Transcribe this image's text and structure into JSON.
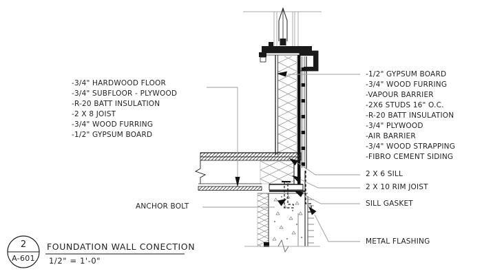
{
  "drawing": {
    "left_labels": [
      "-3/4\" HARDWOOD FLOOR",
      "-3/4\" SUBFLOOR - PLYWOOD",
      "-R-20 BATT INSULATION",
      "-2 X 8 JOIST",
      "-3/4\" WOOD FURRING",
      "-1/2\" GYPSUM BOARD"
    ],
    "right_labels": [
      "-1/2\" GYPSUM BOARD",
      "-3/4\" WOOD FURRING",
      "-VAPOUR BARRIER",
      "-2X6 STUDS 16\" O.C.",
      "-R-20 BATT INSULATION",
      "-3/4\" PLYWOOD",
      "-AIR BARRIER",
      "-3/4\" WOOD STRAPPING",
      "-FIBRO CEMENT SIDING"
    ],
    "callouts": {
      "anchor_bolt": "ANCHOR BOLT",
      "sill": "2 X 6 SILL",
      "rim_joist": "2 X 10 RIM JOIST",
      "sill_gasket": "SILL GASKET",
      "metal_flashing": "METAL FLASHING"
    },
    "title_block": {
      "detail_number": "2",
      "sheet_number": "A-601",
      "title": "FOUNDATION WALL CONECTION",
      "scale": "1/2\" = 1'-0\""
    },
    "colors": {
      "line": "#1a1a1a",
      "leader": "#9b9b9b",
      "break_line": "#aaaaaa",
      "text": "#222222"
    }
  }
}
